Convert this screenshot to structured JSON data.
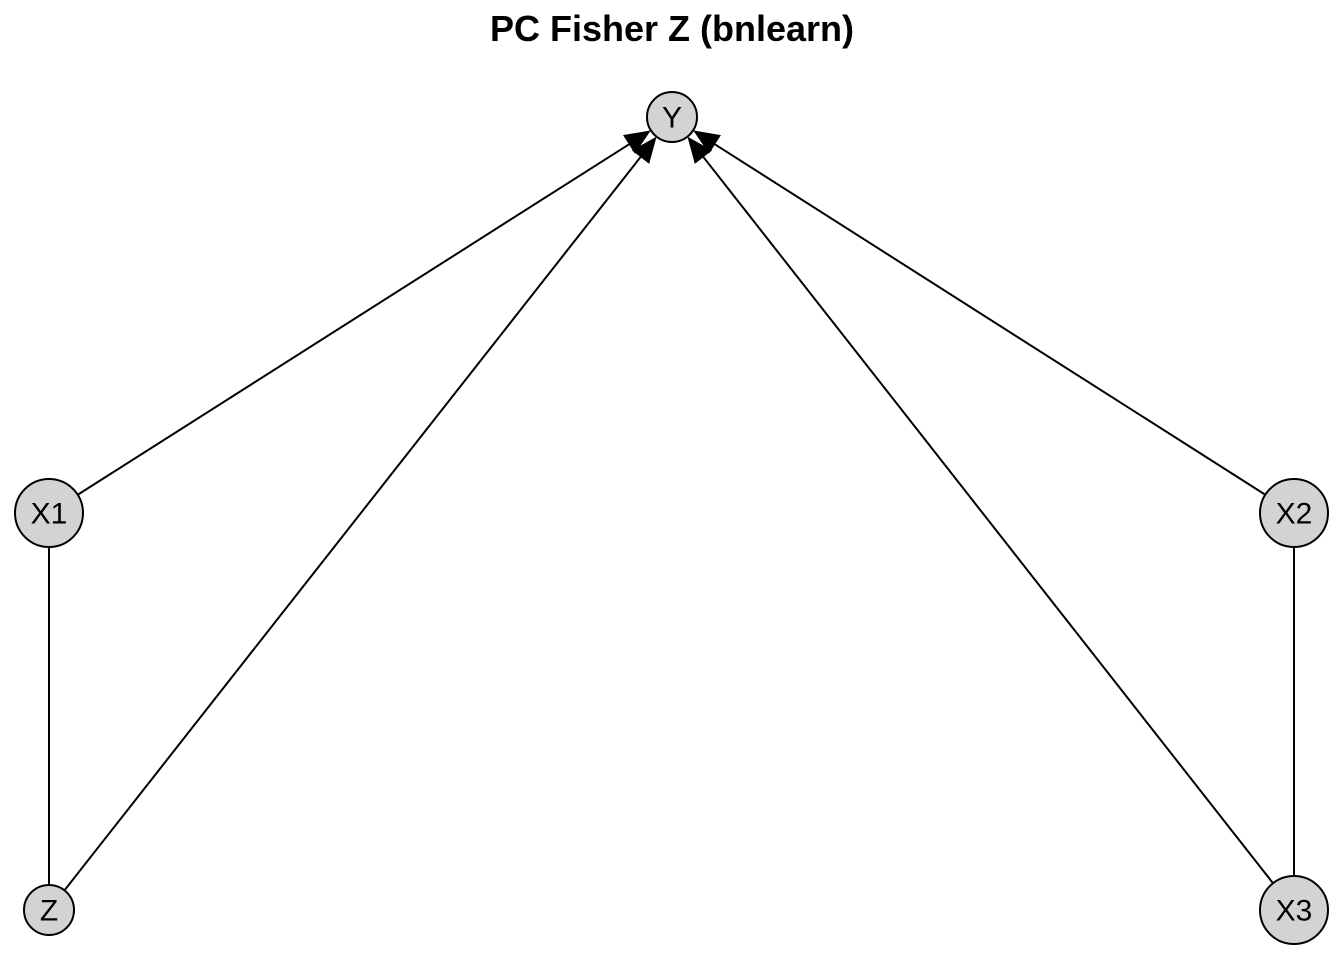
{
  "title": "PC Fisher Z (bnlearn)",
  "node_fill": "#d3d3d3",
  "nodes": [
    {
      "id": "Y",
      "label": "Y"
    },
    {
      "id": "X1",
      "label": "X1"
    },
    {
      "id": "X2",
      "label": "X2"
    },
    {
      "id": "Z",
      "label": "Z"
    },
    {
      "id": "X3",
      "label": "X3"
    }
  ],
  "edges": [
    {
      "from": "X1",
      "to": "Y",
      "directed": true
    },
    {
      "from": "Z",
      "to": "Y",
      "directed": true
    },
    {
      "from": "X2",
      "to": "Y",
      "directed": true
    },
    {
      "from": "X3",
      "to": "Y",
      "directed": true
    },
    {
      "from": "X1",
      "to": "Z",
      "directed": false
    },
    {
      "from": "X2",
      "to": "X3",
      "directed": false
    }
  ]
}
